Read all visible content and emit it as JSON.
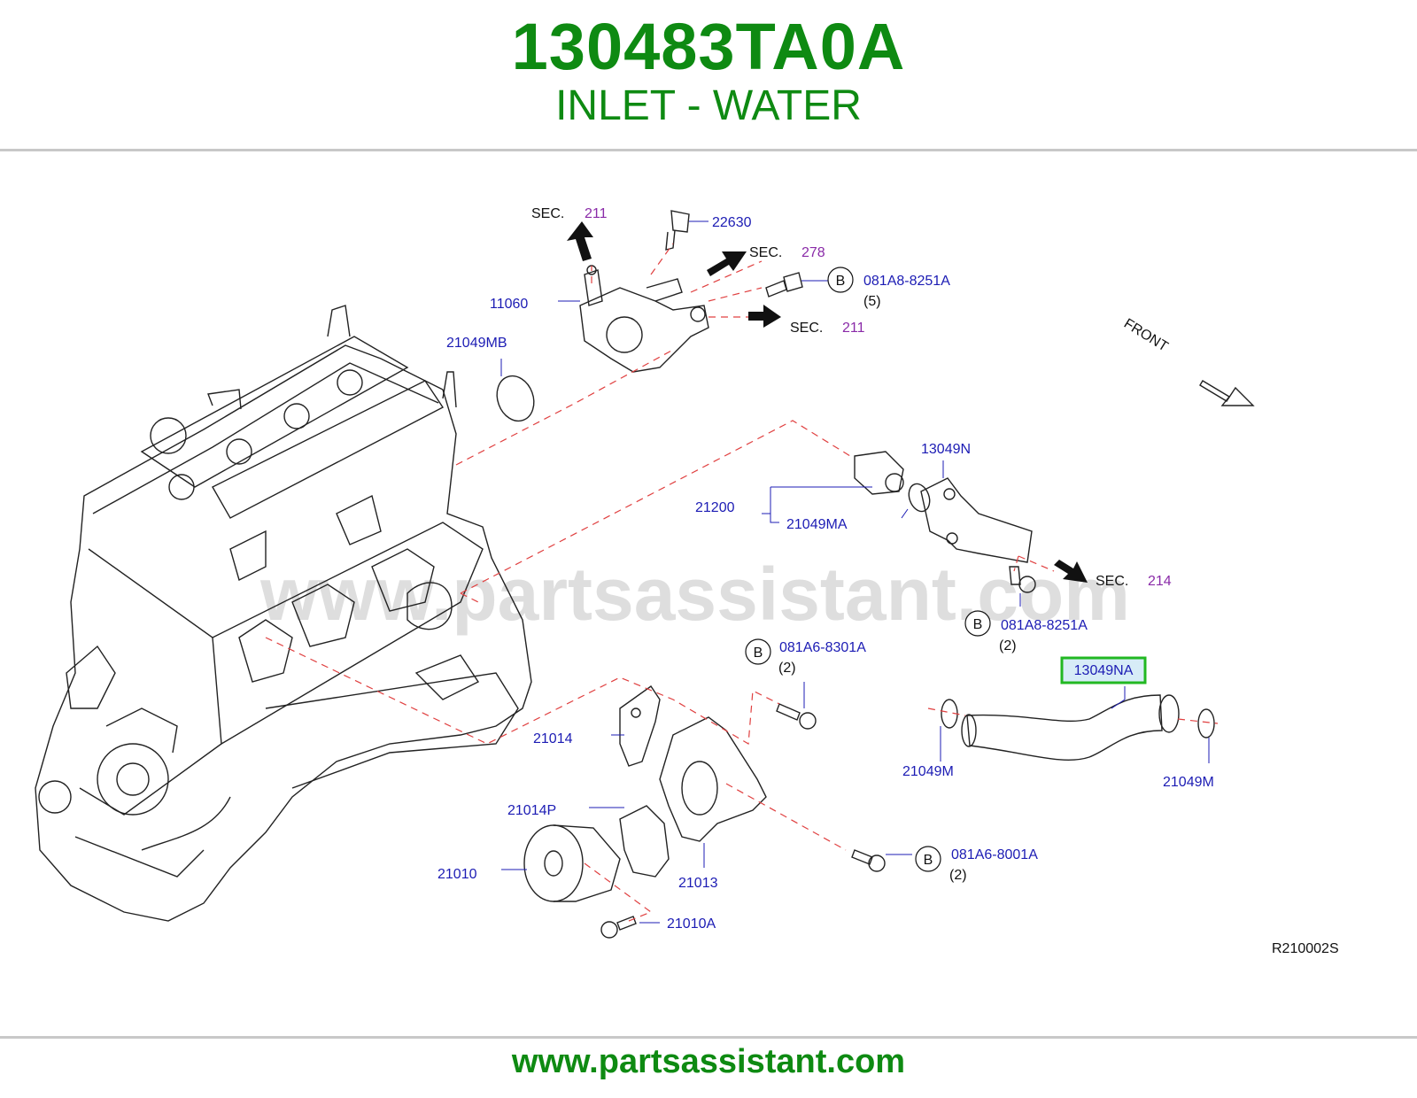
{
  "header": {
    "part_number": "130483TA0A",
    "part_name": "INLET - WATER"
  },
  "diagram": {
    "watermark": "www.partsassistant.com",
    "front_label": "FRONT",
    "ref_code": "R210002S",
    "sec_word": "SEC.",
    "sections": [
      "211",
      "278",
      "211",
      "214"
    ],
    "bolt_symbol": "B",
    "labels": {
      "p22630": "22630",
      "p11060": "11060",
      "p21049MB": "21049MB",
      "p081A8_8251A_top": "081A8-8251A",
      "qty5": "(5)",
      "p13049N": "13049N",
      "p21200": "21200",
      "p21049MA": "21049MA",
      "p081A8_8251A_mid": "081A8-8251A",
      "qty2_a": "(2)",
      "p081A6_8301A": "081A6-8301A",
      "qty2_b": "(2)",
      "p13049NA": "13049NA",
      "p21014": "21014",
      "p21049M_left": "21049M",
      "p21049M_right": "21049M",
      "p21014P": "21014P",
      "p21010": "21010",
      "p21013": "21013",
      "p081A6_8001A": "081A6-8001A",
      "qty2_c": "(2)",
      "p21010A": "21010A"
    },
    "highlight_color": "#22b822"
  },
  "footer": {
    "url": "www.partsassistant.com"
  }
}
